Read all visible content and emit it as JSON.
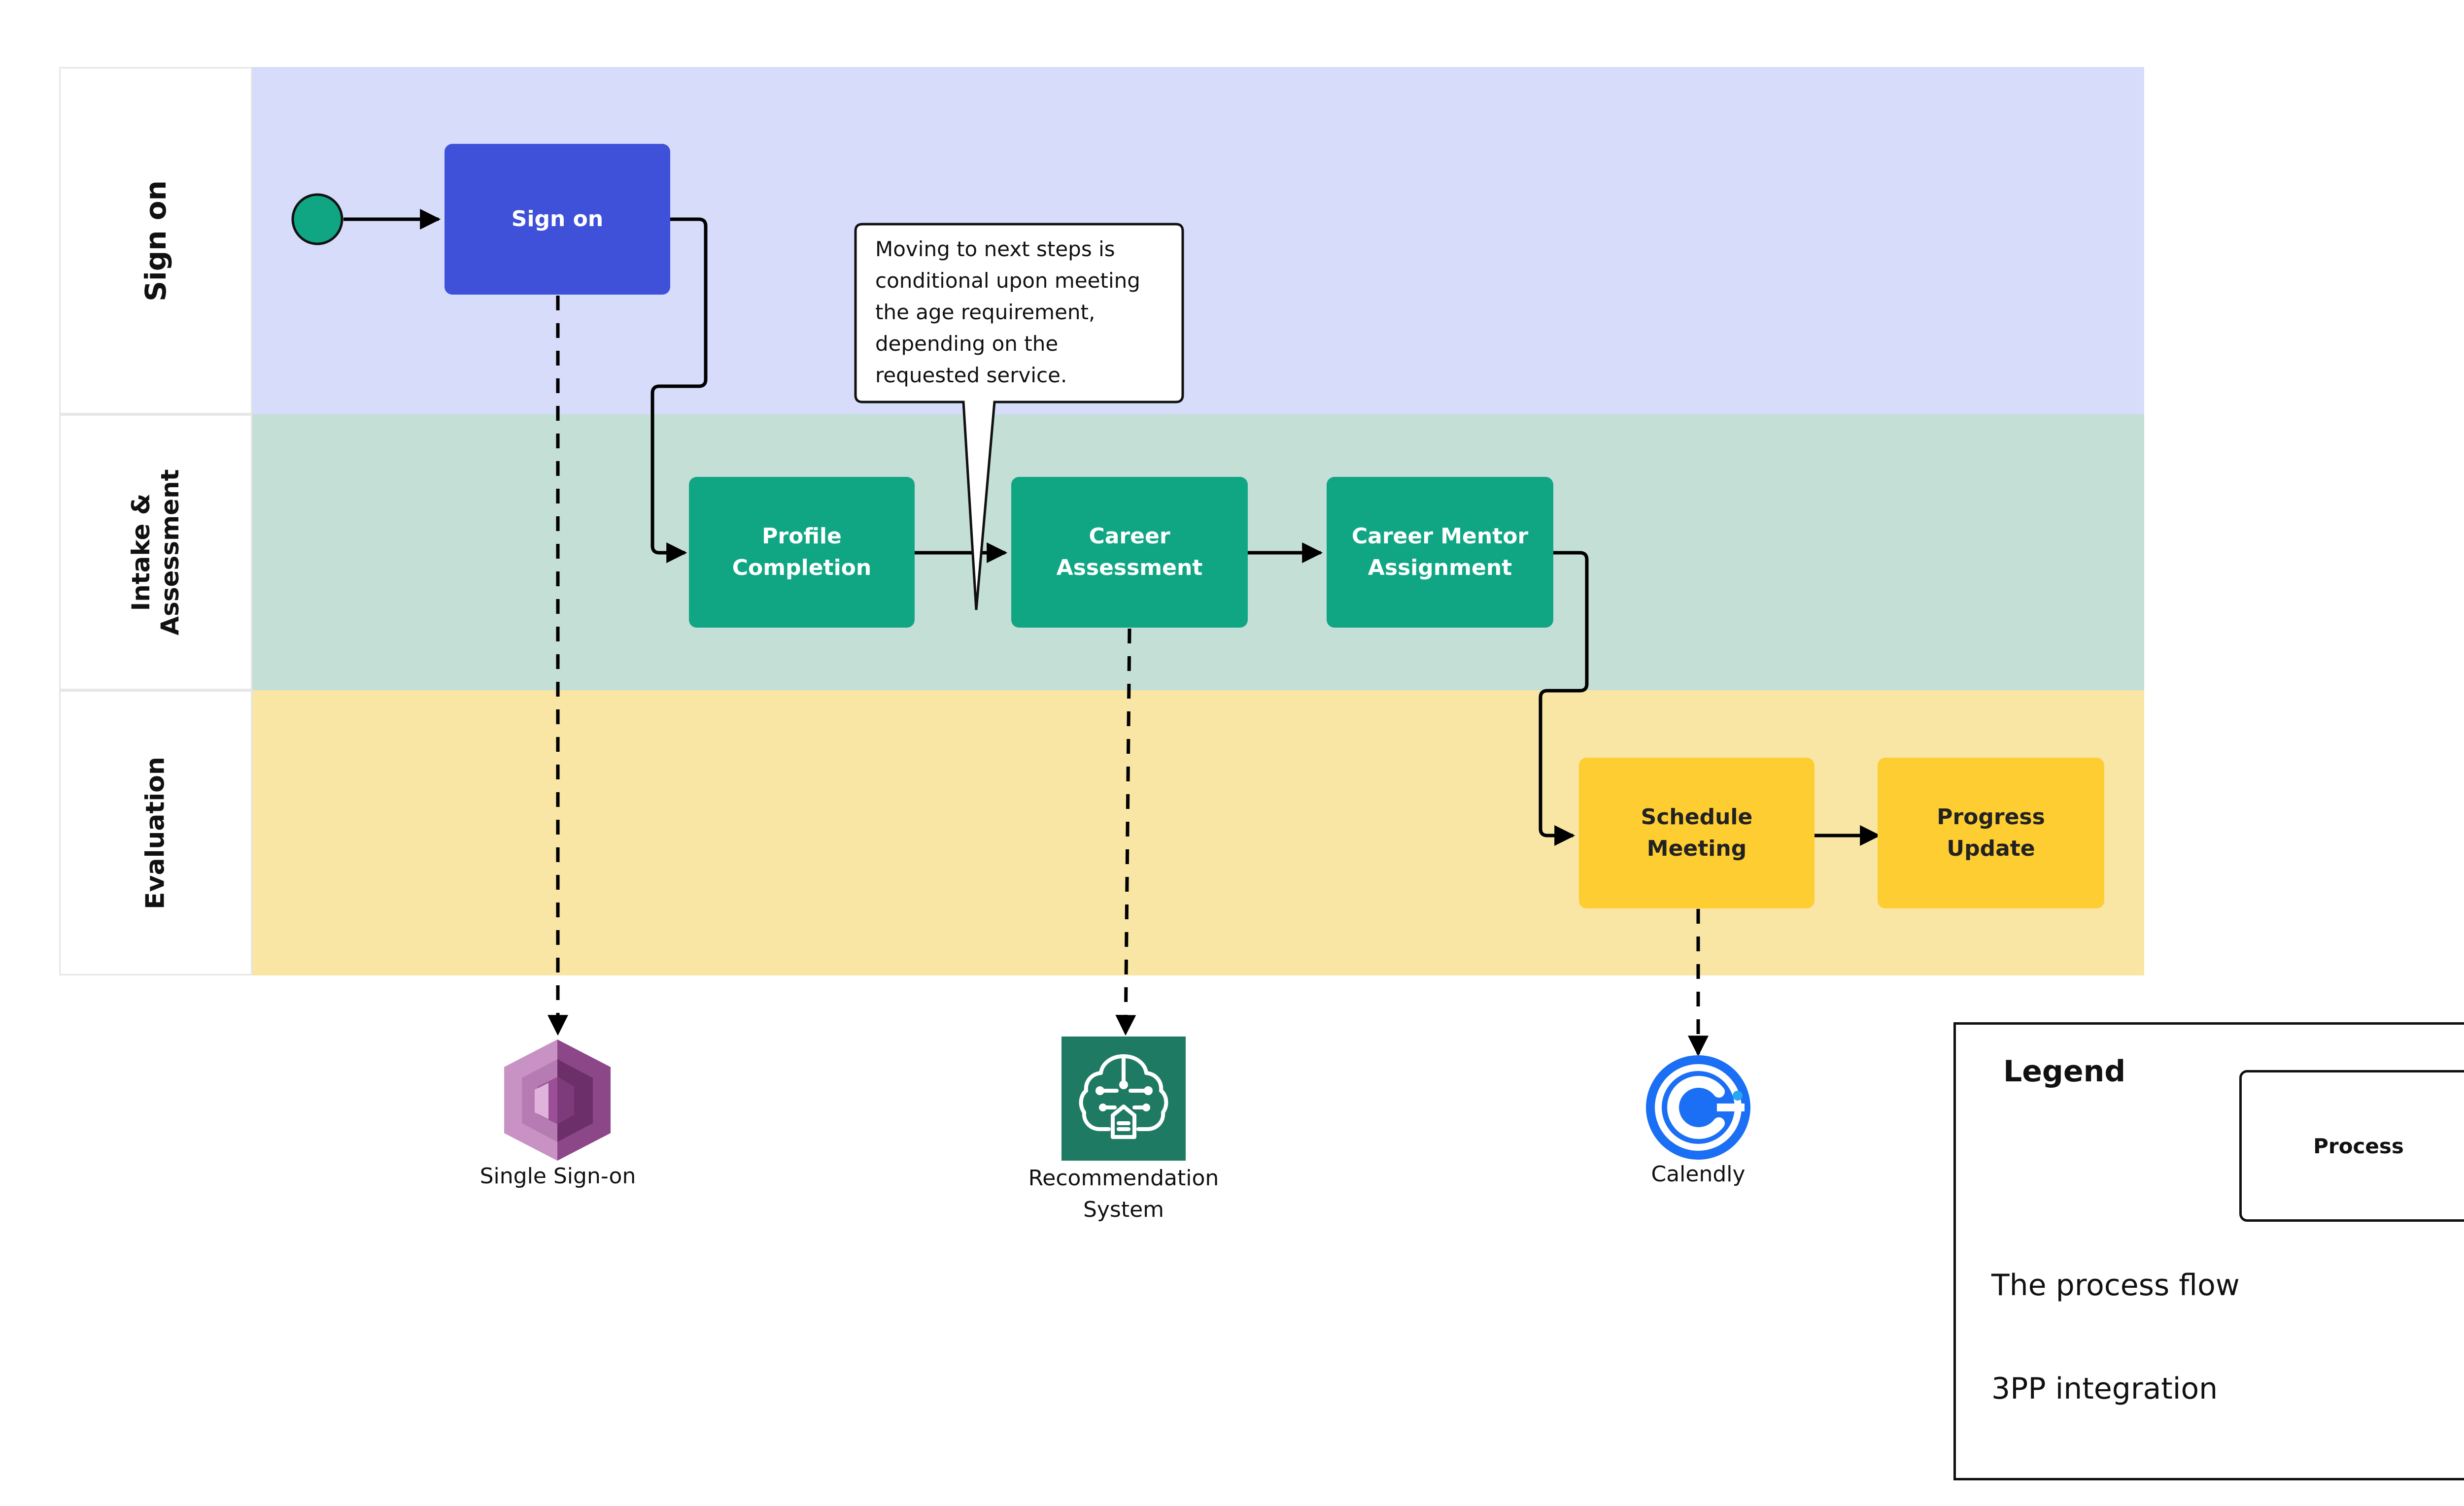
{
  "lanes": [
    {
      "title": "Sign on",
      "color": "#d6dcfa"
    },
    {
      "title": "Intake & Assessment",
      "color": "#c3dfd6"
    },
    {
      "title": "Evaluation",
      "color": "#f9e5a4"
    }
  ],
  "processes": {
    "sign_on": {
      "label": "Sign on",
      "color": "#3f51d8"
    },
    "profile_completion": {
      "line1": "Profile",
      "line2": "Completion",
      "color": "#10a684"
    },
    "career_assessment": {
      "line1": "Career",
      "line2": "Assessment",
      "color": "#10a684"
    },
    "career_mentor_assignment": {
      "line1": "Career Mentor",
      "line2": "Assignment",
      "color": "#10a684"
    },
    "schedule_meeting": {
      "line1": "Schedule",
      "line2": "Meeting",
      "color": "#fdcd32"
    },
    "progress_update": {
      "line1": "Progress",
      "line2": "Update",
      "color": "#fdcd32"
    }
  },
  "start_event": {
    "color": "#10a684"
  },
  "callout": {
    "lines": [
      "Moving to next steps is",
      "conditional upon meeting",
      "the age requirement,",
      "depending on the",
      "requested service."
    ]
  },
  "integrations": {
    "single_sign_on": {
      "label": "Single Sign-on",
      "icon": "single-sign-on-icon",
      "color": "#9a4f96"
    },
    "recommendation_system": {
      "line1": "Recommendation",
      "line2": "System",
      "icon": "recommendation-system-icon",
      "color": "#1f7a63"
    },
    "calendly": {
      "label": "Calendly",
      "icon": "calendly-icon",
      "color": "#1a6ff5"
    }
  },
  "legend": {
    "title": "Legend",
    "process_label": "Process",
    "flow_label": "The process flow",
    "integration_label": "3PP integration"
  }
}
